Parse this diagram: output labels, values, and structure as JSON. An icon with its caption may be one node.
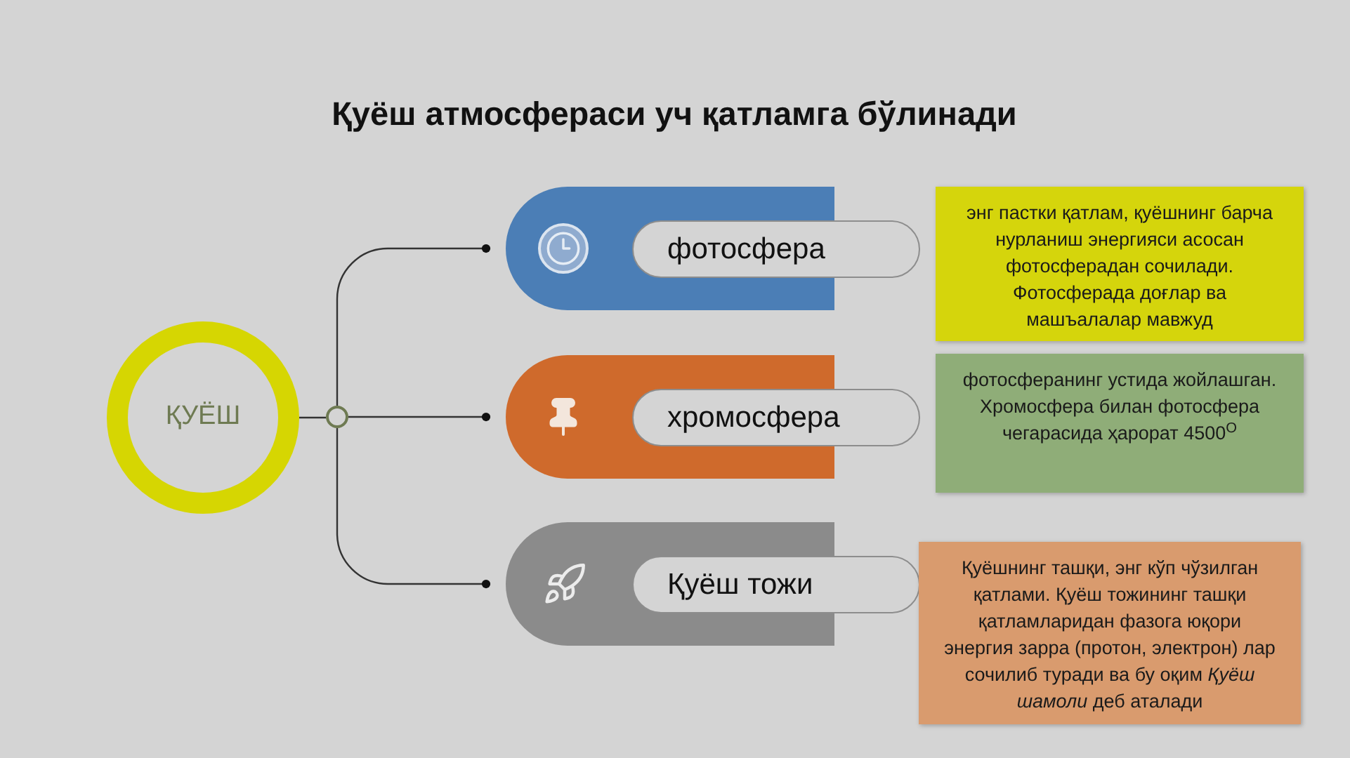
{
  "diagram": {
    "title": "Қуёш атмосфераси уч қатламга бўлинади",
    "nodes": [
      {
        "text": [
          "ҚУЁШ"
        ]
      },
      {
        "text": [],
        "shape": "circle"
      },
      {
        "text": [
          "фотосфера"
        ]
      },
      {
        "text": [
          "энг пастки қатлам, қуёшнинг барча нурланиш энергияси асосан фотосферадан сочилади. Фотосферада доғлар ва машъалалар мавжуд"
        ]
      },
      {
        "text": [
          "хромосфера"
        ]
      },
      {
        "text": [
          "фотосферанинг устида жойлашган. Хромосфера билан фотосфера чегарасида ҳарорат 4500$^{O}$"
        ]
      },
      {
        "text": [
          "Қуёш тожи"
        ]
      },
      {
        "text": [
          "Қуёшнинг ташқи, энг кўп чўзилган қатлами. Қуёш тожининг ташқи қатламларидан фазога юқори энергия зарра (протон, электрон) лар сочилиб туради ва бу оқим *Қуёш шамоли* деб аталади"
        ]
      }
    ],
    "edges": [
      {
        "from": 0,
        "to": 1,
        "arrow": "none"
      },
      {
        "from": 1,
        "to": 2,
        "arrow": "other"
      },
      {
        "from": 1,
        "to": 4,
        "arrow": "other"
      },
      {
        "from": 1,
        "to": 6,
        "arrow": "other"
      }
    ]
  }
}
